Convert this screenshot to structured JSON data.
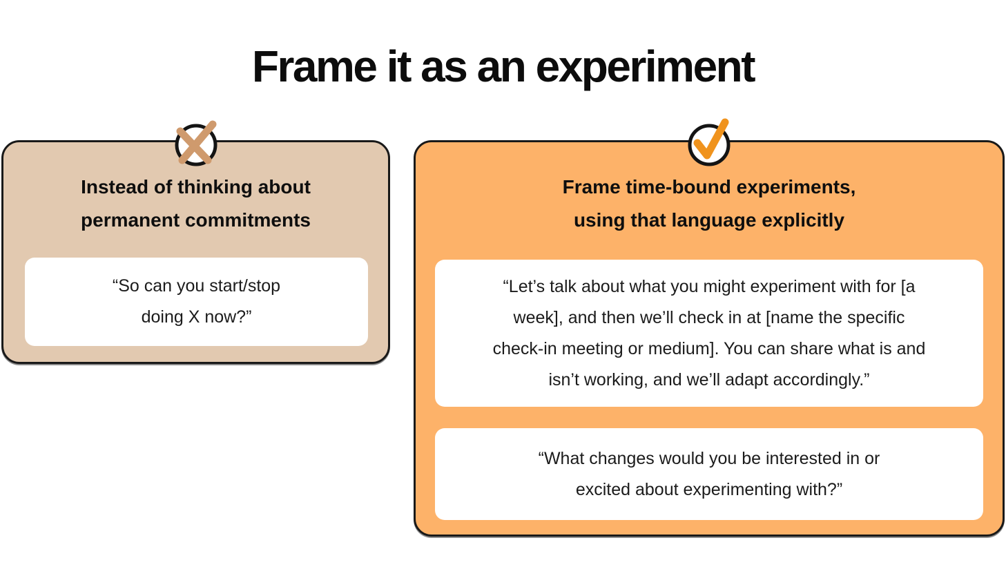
{
  "title": "Frame it as an experiment",
  "colors": {
    "page_background": "#ffffff",
    "dont_card_background": "#e2c9b0",
    "dont_accent": "#cf9a6d",
    "do_card_background": "#fdb269",
    "do_accent": "#f0931d",
    "card_border": "#191919",
    "quote_box_background": "#ffffff",
    "text": "#0e0e0e"
  },
  "dont_card": {
    "icon": "x-mark-icon",
    "heading_lines": [
      "Instead of thinking about",
      "permanent commitments"
    ],
    "quote_boxes": [
      {
        "lines": [
          "“So can you start/stop",
          "doing X now?”"
        ]
      }
    ]
  },
  "do_card": {
    "icon": "check-icon",
    "heading_lines": [
      "Frame time-bound experiments,",
      "using that language explicitly"
    ],
    "quote_boxes": [
      {
        "lines": [
          "“Let’s talk about what you might experiment with for [a",
          "week], and then we’ll check in at [name the specific",
          "check-in meeting or medium]. You can share what is and",
          "isn’t working, and we’ll adapt accordingly.”"
        ]
      },
      {
        "lines": [
          "“What changes would you be interested in or",
          "excited about experimenting with?”"
        ]
      }
    ]
  }
}
